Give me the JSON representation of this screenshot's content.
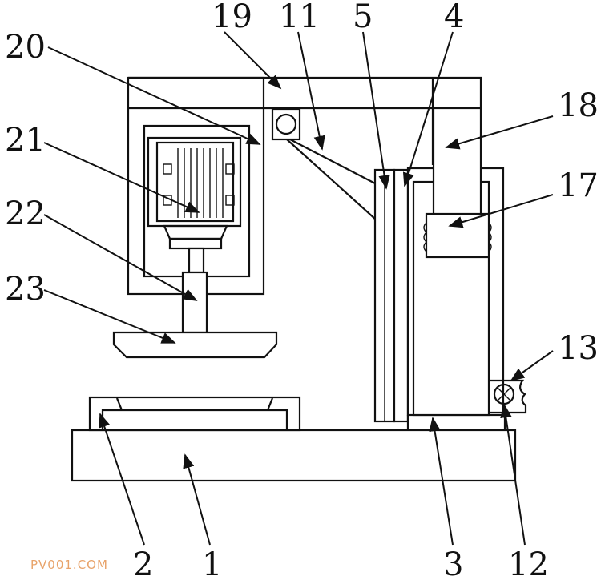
{
  "callouts": {
    "c1": "1",
    "c2": "2",
    "c3": "3",
    "c4": "4",
    "c5": "5",
    "c11": "11",
    "c12": "12",
    "c13": "13",
    "c17": "17",
    "c18": "18",
    "c19": "19",
    "c20": "20",
    "c21": "21",
    "c22": "22",
    "c23": "23"
  },
  "watermark": "PV001.COM"
}
